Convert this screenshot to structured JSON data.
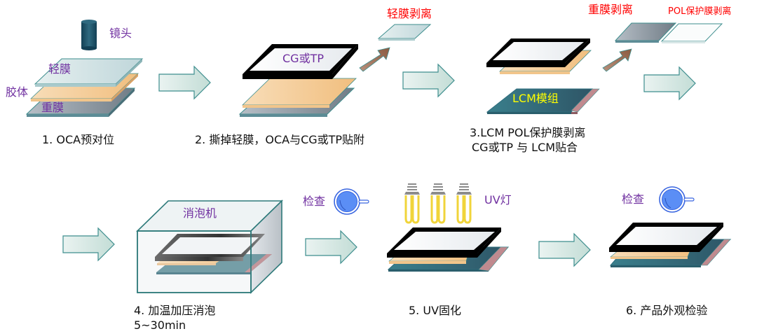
{
  "diagram": {
    "title": "OCA lamination process",
    "colors": {
      "light_film": "#CFE3E6",
      "glue": "#F4C48A",
      "heavy_film": "#8E99A3",
      "frame": "#000000",
      "lcm": "#3F6E7E",
      "fpc": "#C08A8F",
      "arrow_fill": "#D2E6E0",
      "arrow_stroke": "#3E8E8E",
      "peel_arrow": "#A0705A",
      "lens": "#1F4E66",
      "magnifier": "#5B8EF5",
      "uv_bulb": "#F0D43A",
      "label_purple": "#7030A0",
      "label_red": "#FF0000",
      "label_yellow": "#FFFF00"
    },
    "steps": [
      {
        "id": 1,
        "caption": "1. OCA预对位",
        "labels": {
          "lens": "镜头",
          "light_film": "轻膜",
          "glue": "胶体",
          "heavy_film": "重膜"
        }
      },
      {
        "id": 2,
        "caption": "2. 撕掉轻膜，OCA与CG或TP贴附",
        "labels": {
          "cover": "CG或TP",
          "peel": "轻膜剥离"
        }
      },
      {
        "id": 3,
        "caption_line1": "3.LCM POL保护膜剥离",
        "caption_line2": "CG或TP 与 LCM贴合",
        "labels": {
          "lcm": "LCM模组",
          "peel_heavy": "重膜剥离",
          "peel_pol": "POL保护膜剥离"
        }
      },
      {
        "id": 4,
        "caption_line1": "4. 加温加压消泡",
        "caption_line2": "5~30min",
        "labels": {
          "machine": "消泡机",
          "inspect": "检查"
        }
      },
      {
        "id": 5,
        "caption": "5. UV固化",
        "labels": {
          "uv_lamp": "UV灯"
        }
      },
      {
        "id": 6,
        "caption": "6. 产品外观检验",
        "labels": {
          "inspect": "检查"
        }
      }
    ]
  }
}
